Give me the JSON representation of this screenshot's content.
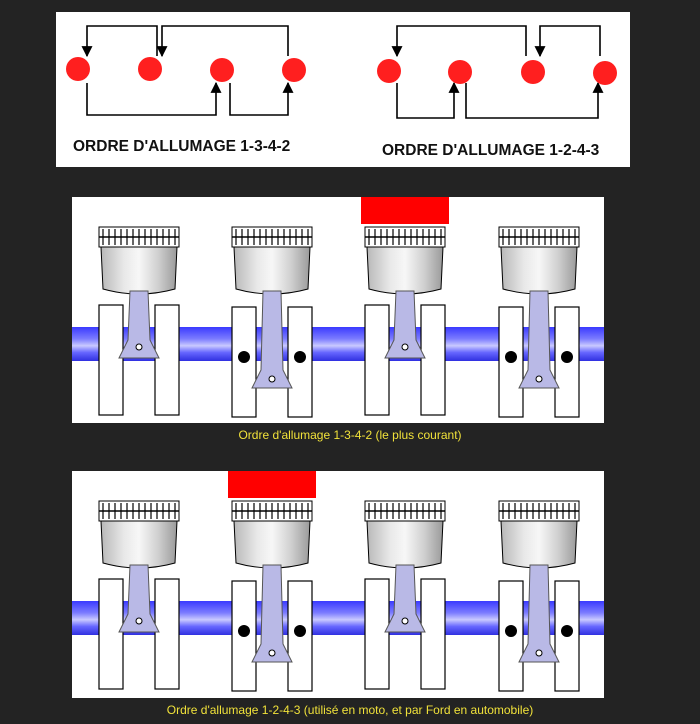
{
  "colors": {
    "background": "#232323",
    "panel": "#ffffff",
    "dot": "#ff1f1f",
    "combustion": "#ff0000",
    "shaft": "#4d4dff",
    "caption": "#f1e23a"
  },
  "firing_diagrams": [
    {
      "label": "ORDRE D'ALLUMAGE 1-3-4-2"
    },
    {
      "label": "ORDRE D'ALLUMAGE 1-2-4-3"
    }
  ],
  "engines": [
    {
      "caption": "Ordre d'allumage 1-3-4-2 (le plus courant)",
      "fired_cylinder": 3,
      "cylinders": [
        {
          "number": 1,
          "piston": "top"
        },
        {
          "number": 2,
          "piston": "bottom"
        },
        {
          "number": 3,
          "piston": "top"
        },
        {
          "number": 4,
          "piston": "bottom"
        }
      ]
    },
    {
      "caption": "Ordre d'allumage 1-2-4-3 (utilisé en moto, et par Ford en automobile)",
      "fired_cylinder": 2,
      "cylinders": [
        {
          "number": 1,
          "piston": "top"
        },
        {
          "number": 2,
          "piston": "bottom"
        },
        {
          "number": 3,
          "piston": "top"
        },
        {
          "number": 4,
          "piston": "bottom"
        }
      ]
    }
  ]
}
